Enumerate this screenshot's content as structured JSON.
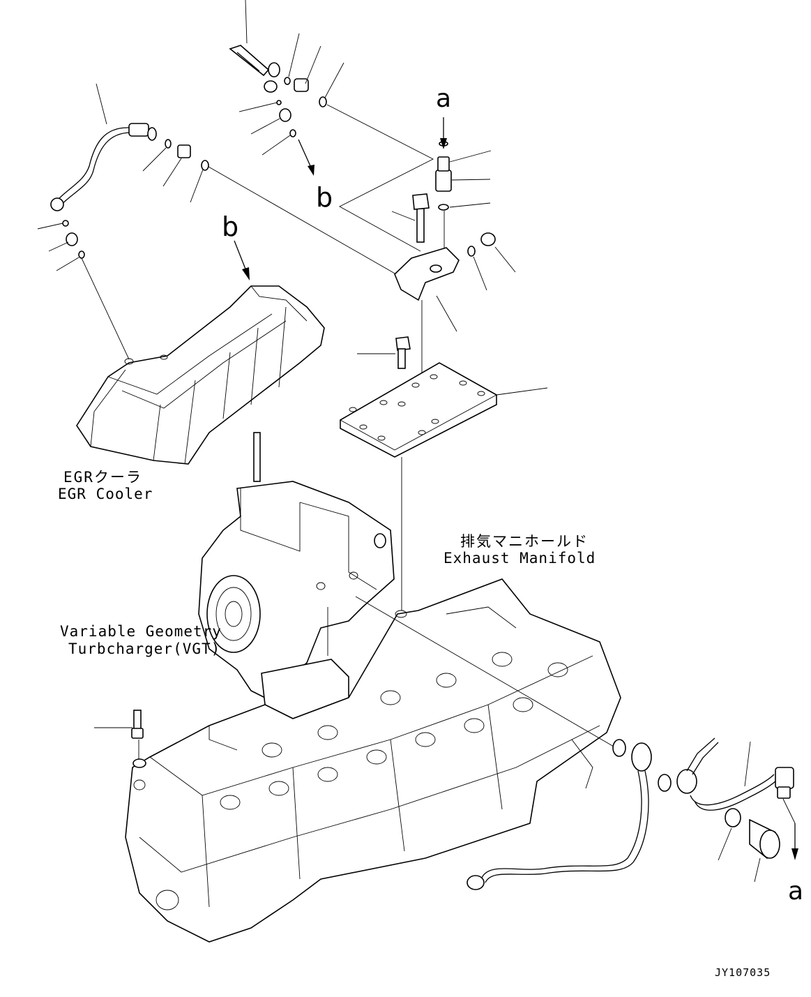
{
  "labels": {
    "egr_cooler_jp": "EGRクーラ",
    "egr_cooler_en": "EGR Cooler",
    "exhaust_manifold_jp": "排気マニホールド",
    "exhaust_manifold_en": "Exhaust Manifold",
    "vgt_line1": "Variable Geometry",
    "vgt_line2": "Turbcharger(VGT)",
    "drawing_id": "JY107035"
  },
  "callouts": {
    "a_top": "a",
    "a_bottom": "a",
    "b_small": "b",
    "b_large": "b"
  }
}
